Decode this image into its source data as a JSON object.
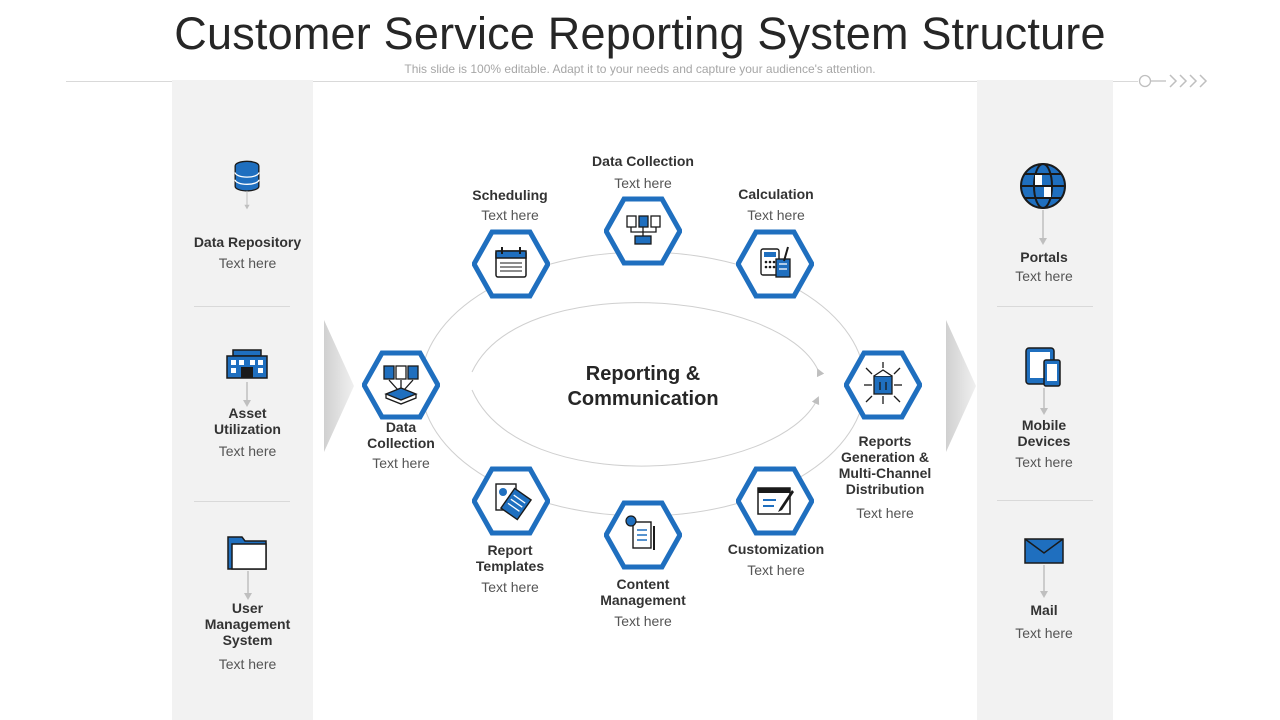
{
  "header": {
    "title": "Customer Service Reporting System Structure",
    "subtitle": "This slide is 100% editable. Adapt it to your needs and capture your audience's attention."
  },
  "center": {
    "line1": "Reporting &",
    "line2": "Communication"
  },
  "left_panel": [
    {
      "label": "Data Repository",
      "sub": "Text here",
      "icon": "database-icon"
    },
    {
      "label": "Asset\nUtilization",
      "sub": "Text here",
      "icon": "building-icon"
    },
    {
      "label": "User\nManagement\nSystem",
      "sub": "Text here",
      "icon": "folder-icon"
    }
  ],
  "right_panel": [
    {
      "label": "Portals",
      "sub": "Text here",
      "icon": "globe-icon"
    },
    {
      "label": "Mobile\nDevices",
      "sub": "Text here",
      "icon": "mobile-devices-icon"
    },
    {
      "label": "Mail",
      "sub": "Text here",
      "icon": "mail-icon"
    }
  ],
  "cycle": [
    {
      "label": "Data Collection",
      "sub": "Text here",
      "icon": "data-network-icon"
    },
    {
      "label": "Calculation",
      "sub": "Text here",
      "icon": "calculator-icon"
    },
    {
      "label": "Reports\nGeneration &\nMulti-Channel\nDistribution",
      "sub": "Text here",
      "icon": "distribution-box-icon"
    },
    {
      "label": "Customization",
      "sub": "Text here",
      "icon": "edit-window-icon"
    },
    {
      "label": "Content\nManagement",
      "sub": "Text here",
      "icon": "content-documents-icon"
    },
    {
      "label": "Report\nTemplates",
      "sub": "Text here",
      "icon": "report-template-icon"
    },
    {
      "label": "Data\nCollection",
      "sub": "Text here",
      "icon": "documents-tray-icon"
    },
    {
      "label": "Scheduling",
      "sub": "Text here",
      "icon": "calendar-icon"
    }
  ],
  "colors": {
    "accent": "#1f6fbf",
    "icon_dark": "#1a1a1a",
    "panel": "#f2f2f2"
  }
}
